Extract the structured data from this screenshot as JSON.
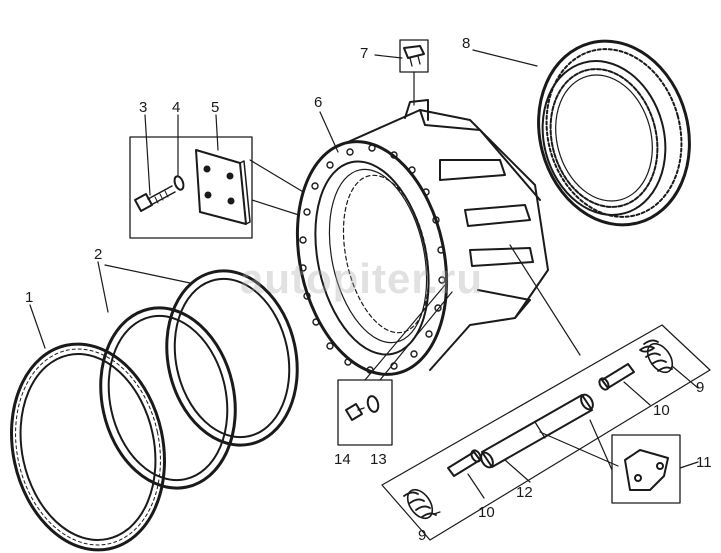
{
  "watermark": "autopiter.ru",
  "callouts": [
    "1",
    "2",
    "3",
    "4",
    "5",
    "6",
    "7",
    "8",
    "9",
    "10",
    "11",
    "12",
    "13",
    "14"
  ],
  "callout_9_lower": "9",
  "callout_10_lower": "10"
}
